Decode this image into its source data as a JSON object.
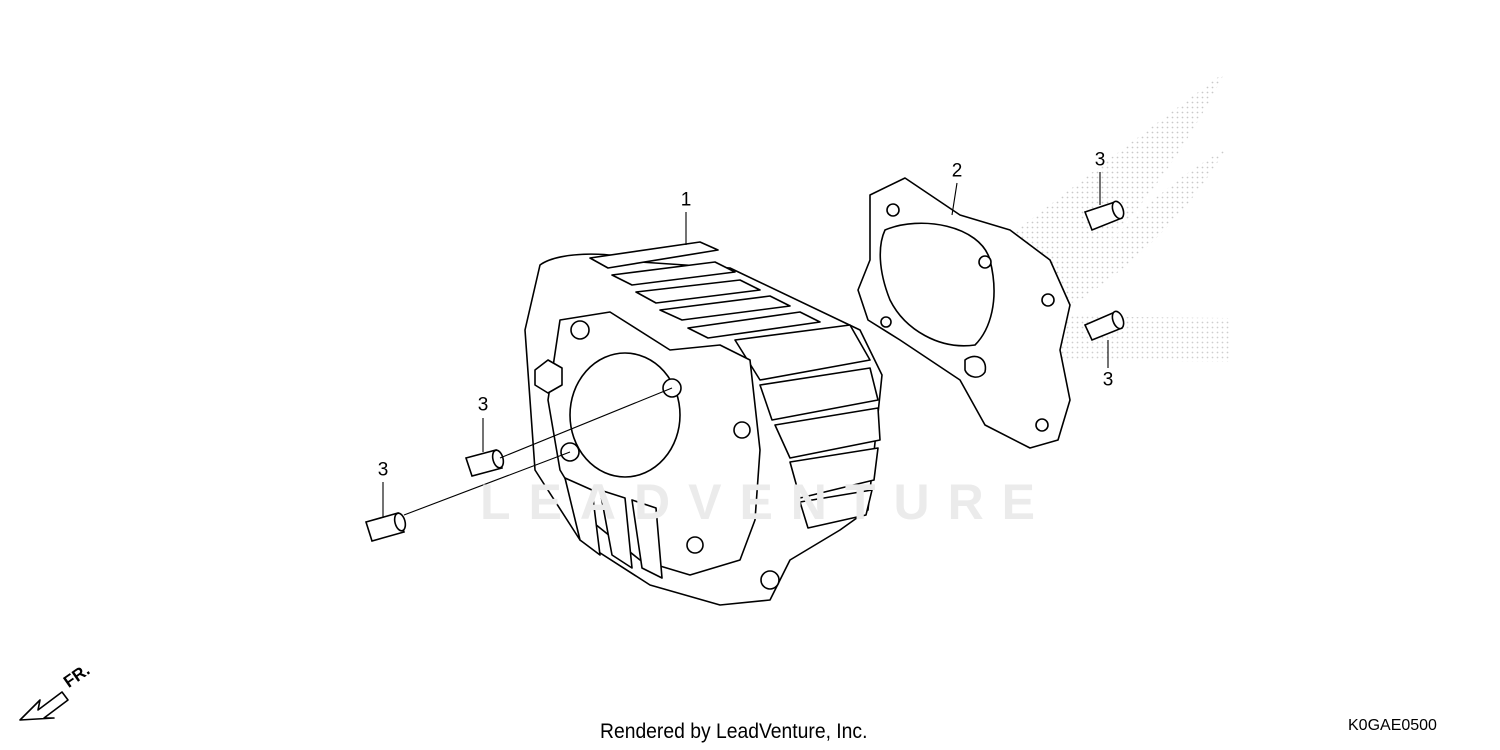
{
  "watermark": {
    "text": "LEADVENTURE",
    "color": "#ebebeb",
    "logo_color": "#d0d0d0"
  },
  "direction_indicator": {
    "label": "FR.",
    "icon": "front-arrow-icon"
  },
  "callouts": [
    {
      "id": "cylinder",
      "number": "1"
    },
    {
      "id": "gasket",
      "number": "2"
    },
    {
      "id": "dowel-upper-right",
      "number": "3"
    },
    {
      "id": "dowel-lower-right",
      "number": "3"
    },
    {
      "id": "dowel-left-upper",
      "number": "3"
    },
    {
      "id": "dowel-left-lower",
      "number": "3"
    }
  ],
  "footer": {
    "credit": "Rendered by LeadVenture, Inc.",
    "diagram_code": "K0GAE0500"
  },
  "colors": {
    "line": "#000000",
    "background": "#ffffff"
  }
}
